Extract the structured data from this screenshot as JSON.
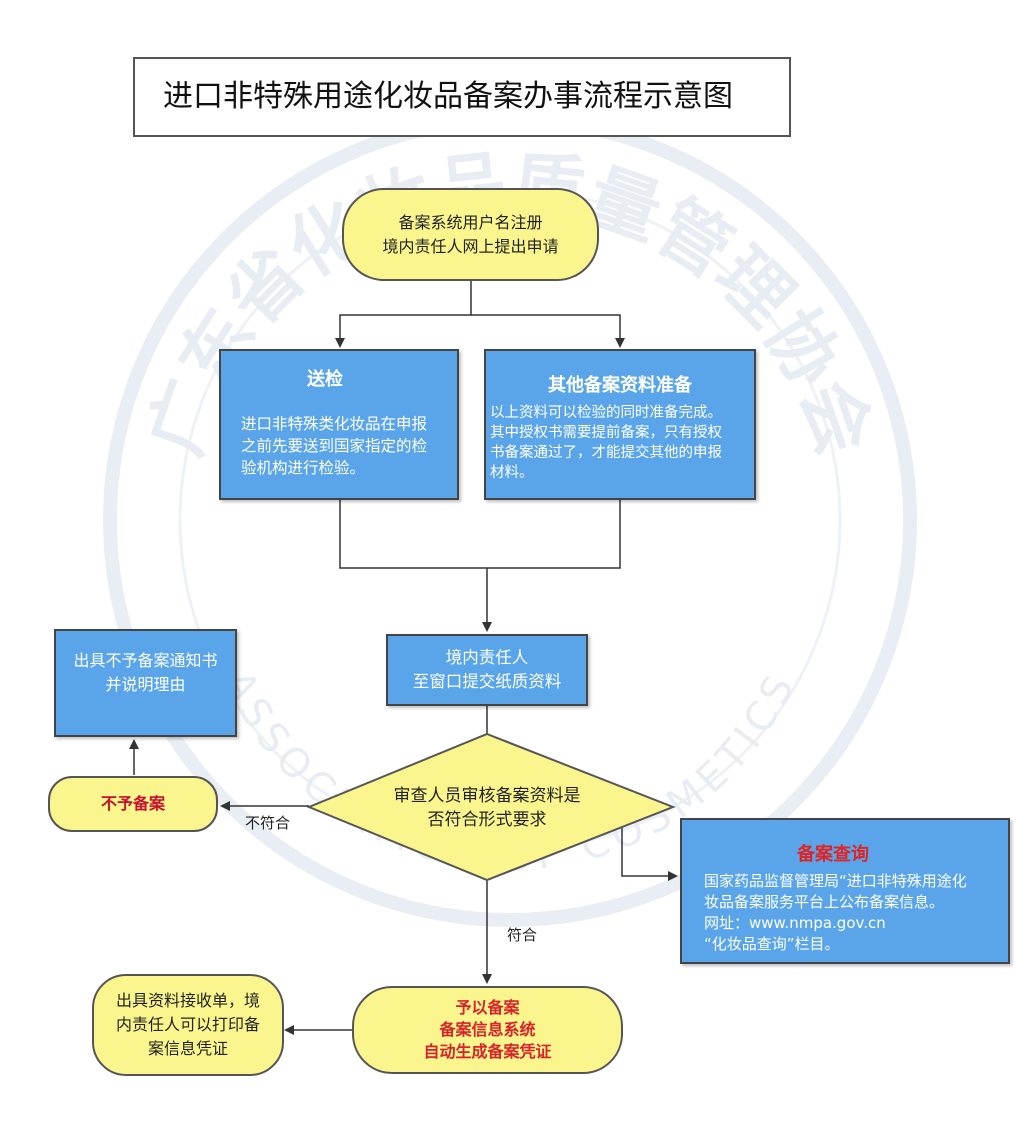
{
  "title": "进口非特殊用途化妆品备案办事流程示意图",
  "start": {
    "line1": "备案系统用户名注册",
    "line2": "境内责任人网上提出申请"
  },
  "inspection": {
    "heading": "送检",
    "body_lines": [
      "进口非特殊类化妆品在申报",
      "之前先要送到国家指定的检",
      "验机构进行检验。"
    ]
  },
  "other_materials": {
    "heading": "其他备案资料准备",
    "body_lines": [
      "以上资料可以检验的同时准备完成。",
      "其中授权书需要提前备案，只有授权",
      "书备案通过了，才能提交其他的申报",
      "材料。"
    ]
  },
  "submit": {
    "line1": "境内责任人",
    "line2": "至窗口提交纸质资料"
  },
  "review": {
    "line1": "审查人员审核备案资料是",
    "line2": "否符合形式要求"
  },
  "reject": {
    "label": "不予备案"
  },
  "reject_notice": {
    "line1": "出具不予备案通知书",
    "line2": "并说明理由"
  },
  "not_compliant_label": "不符合",
  "compliant_label": "符合",
  "approve": {
    "line1": "予以备案",
    "line2": "备案信息系统",
    "line3": "自动生成备案凭证"
  },
  "receipt": {
    "line1": "出具资料接收单，境",
    "line2": "内责任人可以打印备",
    "line3": "案信息凭证"
  },
  "query": {
    "heading": "备案查询",
    "body_lines": [
      "国家药品监督管理局“进口非特殊用途化",
      "妆品备案服务平台上公布备案信息。",
      "网址：www.nmpa.gov.cn",
      "  “化妆品查询”栏目。"
    ]
  },
  "watermark": {
    "arc_text_top": "广东省化妆品质量管理协会",
    "arc_text_bottom": "ASSOCIATION OF COSMETICS"
  }
}
